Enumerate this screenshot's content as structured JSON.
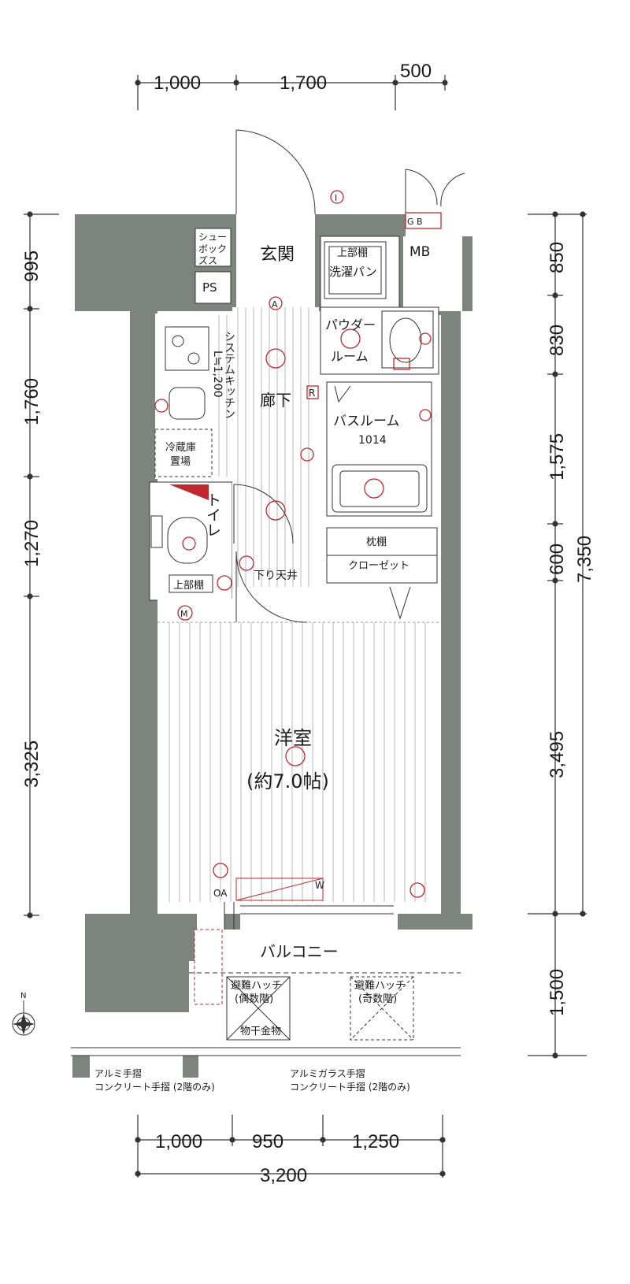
{
  "rooms": {
    "entrance": "玄関",
    "shoebox": [
      "シュー",
      "ボック",
      "ズス"
    ],
    "ps": "PS",
    "mb": "MB",
    "upper_shelf_top": "上部棚",
    "washer_pan": "洗濯パン",
    "powder": [
      "パウダー",
      "ルーム"
    ],
    "kitchen": [
      "システムキッチン",
      "L≒1,200"
    ],
    "hallway": "廊下",
    "bathroom": "バスルーム",
    "bathroom_size": "1014",
    "fridge": [
      "冷蔵庫",
      "置場"
    ],
    "toilet": "トイレ",
    "upper_shelf_toilet": "上部棚",
    "pillow_shelf": "枕棚",
    "closet": "クローゼット",
    "lowered_ceiling": "下り天井",
    "western_room": "洋室",
    "western_room_size": "(約7.0帖)",
    "balcony": "バルコニー",
    "hatch_even": [
      "避難ハッチ",
      "(偶数階)"
    ],
    "hatch_odd": [
      "避難ハッチ",
      "(奇数階)"
    ],
    "drying_hardware": "物干金物",
    "w_mark": "W",
    "oa_mark": "OA",
    "r_mark": "R",
    "m_mark": "M",
    "i_mark": "I",
    "a_mark": "A",
    "gb_mark": "G B",
    "compass_n": "N"
  },
  "railings": {
    "left": [
      "アルミ手摺",
      "コンクリート手摺 (2階のみ)"
    ],
    "right": [
      "アルミガラス手摺",
      "コンクリート手摺 (2階のみ)"
    ]
  },
  "dimensions": {
    "top": [
      "1,000",
      "1,700",
      "500"
    ],
    "bottom": [
      "1,000",
      "950",
      "1,250"
    ],
    "bottom_total": "3,200",
    "left": [
      "995",
      "1,760",
      "1,270",
      "3,325"
    ],
    "right": [
      "850",
      "830",
      "1,575",
      "600",
      "3,495",
      "1,500"
    ],
    "right_total": "7,350"
  }
}
